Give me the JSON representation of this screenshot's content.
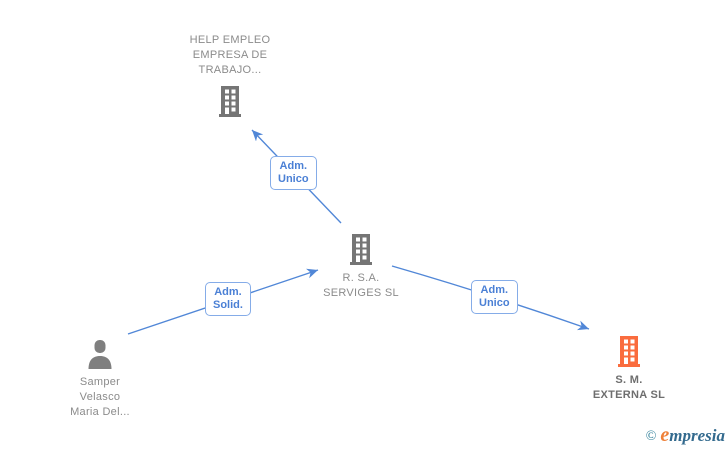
{
  "diagram": {
    "type": "corporate-relationship-graph",
    "background": "#ffffff",
    "nodes": [
      {
        "id": "help-empleo",
        "kind": "company",
        "label": "HELP EMPLEO\nEMPRESA DE\nTRABAJO...",
        "icon": "building-icon",
        "icon_color": "#757575",
        "text_color": "#8b8b8b"
      },
      {
        "id": "rsa-serviges",
        "kind": "company",
        "label": "R. S.A.\nSERVIGES SL",
        "icon": "building-icon",
        "icon_color": "#757575",
        "text_color": "#8b8b8b"
      },
      {
        "id": "samper",
        "kind": "person",
        "label": "Samper\nVelasco\nMaria Del...",
        "icon": "person-icon",
        "icon_color": "#7f7f7f",
        "text_color": "#8b8b8b"
      },
      {
        "id": "sm-externa",
        "kind": "company",
        "label": "S. M.\nEXTERNA SL",
        "icon": "building-icon",
        "icon_color": "#fa6c3e",
        "text_color": "#6e6e6e",
        "highlighted": true
      }
    ],
    "edges": [
      {
        "from": "rsa-serviges",
        "to": "help-empleo",
        "label": "Adm.\nUnico"
      },
      {
        "from": "samper",
        "to": "rsa-serviges",
        "label": "Adm.\nSolid."
      },
      {
        "from": "rsa-serviges",
        "to": "sm-externa",
        "label": "Adm.\nUnico"
      }
    ],
    "edge_color": "#5187d7",
    "edge_label_border_color": "#85ace8",
    "edge_label_text_color": "#4b80d5"
  },
  "watermark": {
    "copyright_symbol": "©",
    "brand_initial": "e",
    "brand_rest": "mpresia"
  }
}
